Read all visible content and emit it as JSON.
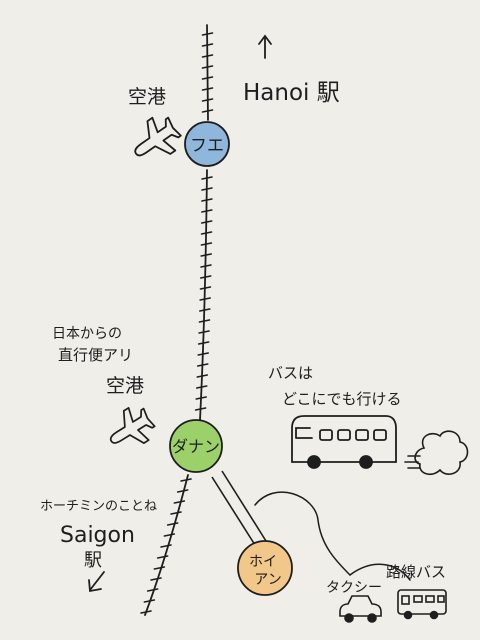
{
  "stations": {
    "hue": "フエ",
    "danang": "ダナン",
    "hoian_top": "ホイ",
    "hoian_bottom": "アン"
  },
  "labels": {
    "hanoi": "Hanoi 駅",
    "airport_hue": "空港",
    "direct_flight_line1": "日本からの",
    "direct_flight_line2": "直行便アリ",
    "airport_danang": "空港",
    "bus_line1": "バスは",
    "bus_line2": "どこにでも行ける",
    "hcm_line1": "ホーチミンのことね",
    "saigon": "Saigon",
    "saigon_station": "駅",
    "taxi": "タクシー",
    "route_bus": "路線バス"
  },
  "colors": {
    "hue_station": "#8fb7dc",
    "danang_station": "#9cd16a",
    "hoian_station": "#f2c88a",
    "ink": "#1e1e1e",
    "paper": "#efeee8"
  }
}
